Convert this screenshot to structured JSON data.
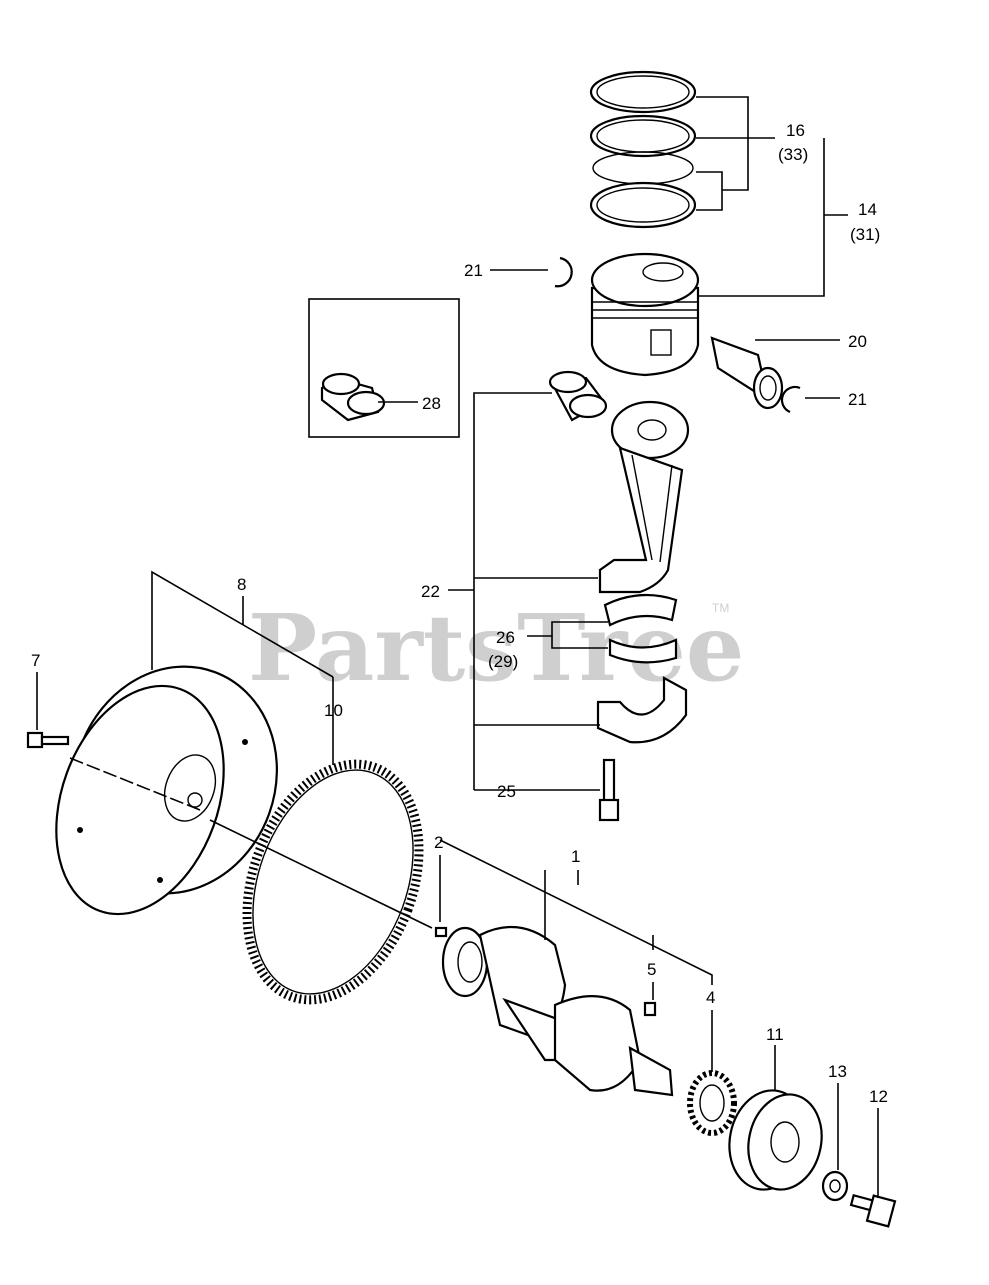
{
  "watermark": {
    "text": "PartsTree",
    "tm": "TM"
  },
  "callouts": {
    "c1": "1",
    "c2": "2",
    "c4": "4",
    "c5": "5",
    "c7": "7",
    "c8": "8",
    "c10": "10",
    "c11": "11",
    "c12": "12",
    "c13": "13",
    "c14": "14",
    "c14b": "(31)",
    "c16": "16",
    "c16b": "(33)",
    "c20": "20",
    "c21a": "21",
    "c21b": "21",
    "c22": "22",
    "c25": "25",
    "c26": "26",
    "c26b": "(29)",
    "c28": "28"
  }
}
